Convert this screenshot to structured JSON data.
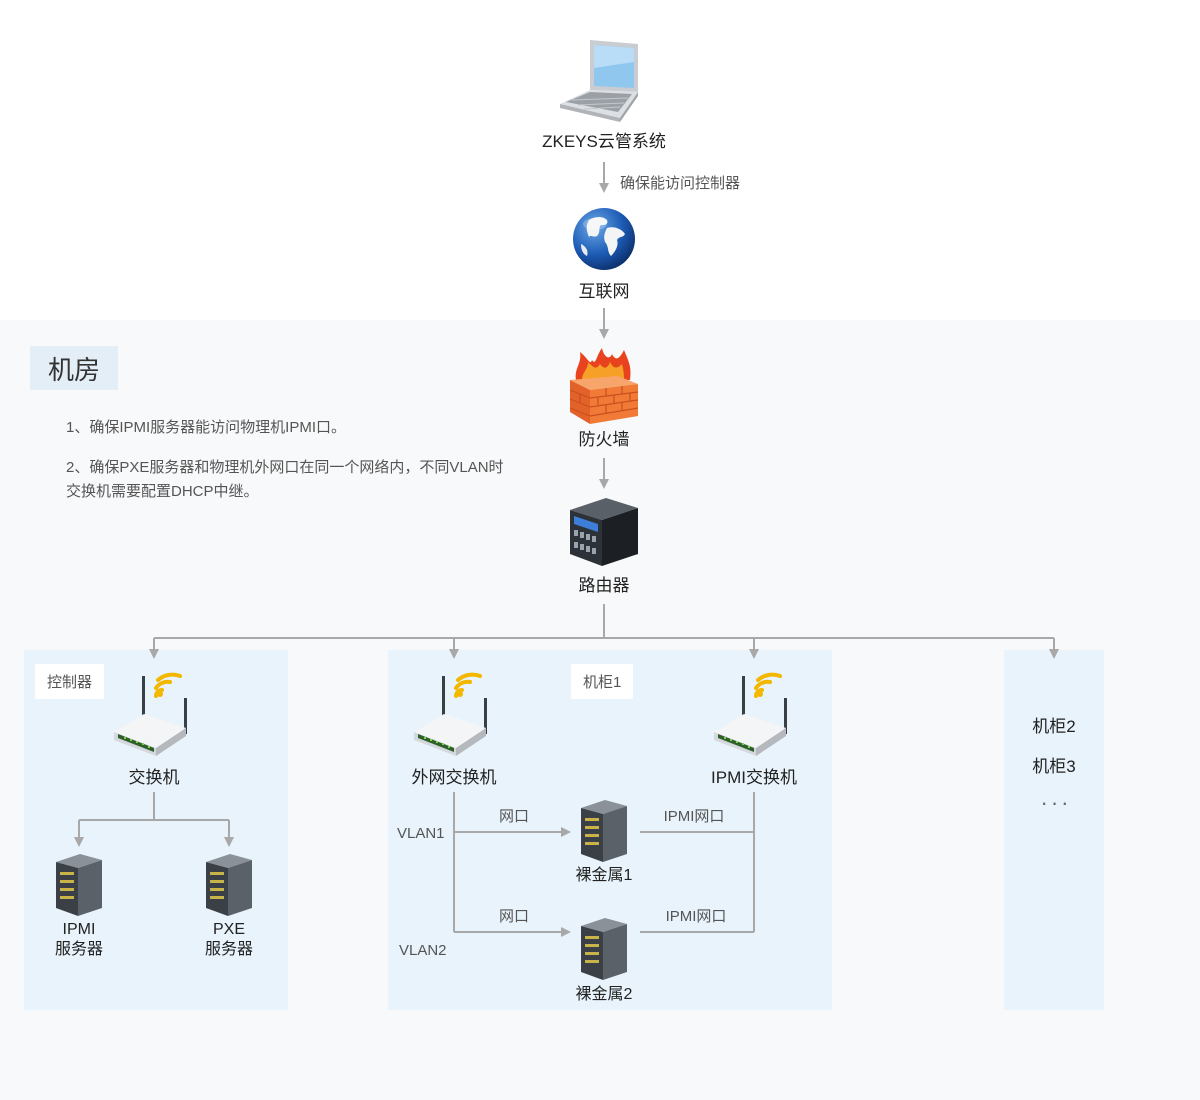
{
  "top": {
    "system_label": "ZKEYS云管系统",
    "arrow_note": "确保能访问控制器",
    "internet_label": "互联网"
  },
  "room": {
    "title": "机房",
    "note1": "1、确保IPMI服务器能访问物理机IPMI口。",
    "note2_line1": "2、确保PXE服务器和物理机外网口在同一个网络内，不同VLAN时",
    "note2_line2": "交换机需要配置DHCP中继。",
    "firewall_label": "防火墙",
    "router_label": "路由器"
  },
  "controller": {
    "tag": "控制器",
    "switch_label": "交换机",
    "ipmi_server_line1": "IPMI",
    "ipmi_server_line2": "服务器",
    "pxe_server_line1": "PXE",
    "pxe_server_line2": "服务器"
  },
  "cabinet1": {
    "tag": "机柜1",
    "ext_switch_label": "外网交换机",
    "ipmi_switch_label": "IPMI交换机",
    "vlan1": "VLAN1",
    "vlan2": "VLAN2",
    "port1": "网口",
    "port2": "网口",
    "ipmi_port1": "IPMI网口",
    "ipmi_port2": "IPMI网口",
    "bare_metal1": "裸金属1",
    "bare_metal2": "裸金属2"
  },
  "other_cabinets": {
    "cabinet2": "机柜2",
    "cabinet3": "机柜3",
    "more": "···"
  },
  "colors": {
    "line": "#a8a8a8",
    "panel": "#e8f3fb",
    "room_bg": "#f8f9fa"
  }
}
